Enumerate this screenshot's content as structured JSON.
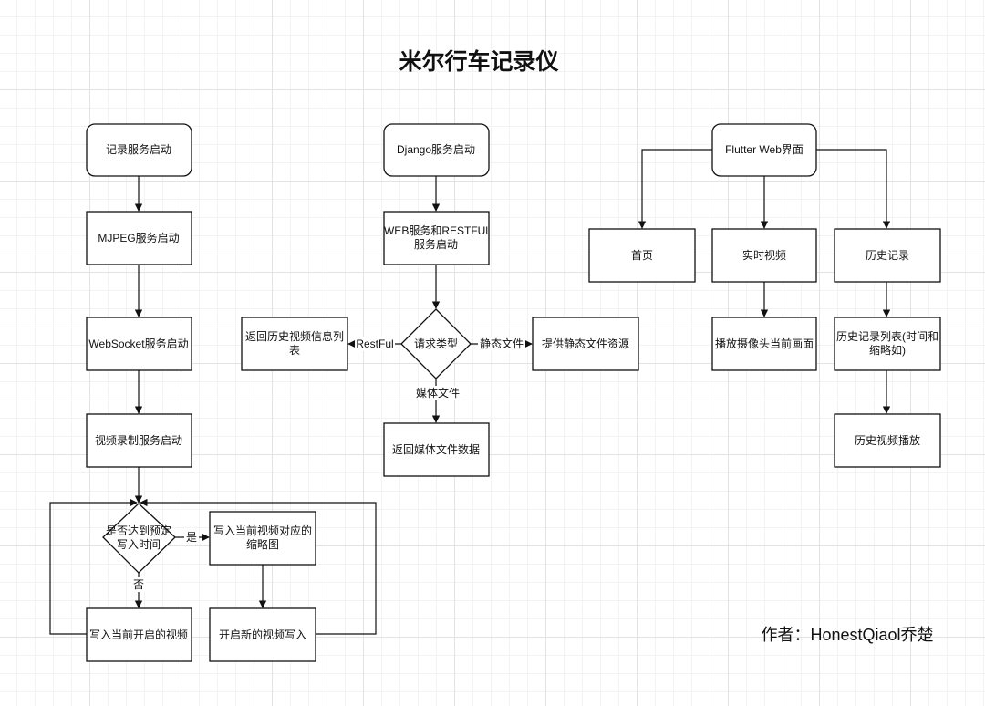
{
  "title": "米尔行车记录仪",
  "author": "作者：HonestQiaol乔楚",
  "nodes": {
    "record_start": "记录服务启动",
    "mjpeg_start": "MJPEG服务启动",
    "websocket_start": "WebSocket服务启动",
    "video_record_start": "视频录制服务启动",
    "reach_time": [
      "是否达到预定",
      "写入时间"
    ],
    "write_thumb": [
      "写入当前视频对应的",
      "缩略图"
    ],
    "write_video": "写入当前开启的视频",
    "new_video": "开启新的视频写入",
    "django_start": "Django服务启动",
    "web_restful": [
      "WEB服务和RESTFUl",
      "服务启动"
    ],
    "request_type": "请求类型",
    "return_list": [
      "返回历史视频信息列",
      "表"
    ],
    "static_res": "提供静态文件资源",
    "media_data": "返回媒体文件数据",
    "flutter_ui": "Flutter Web界面",
    "home": "首页",
    "live": "实时视频",
    "history": "历史记录",
    "play_camera": "播放摄像头当前画面",
    "history_list": [
      "历史记录列表(时间和",
      "缩略如)"
    ],
    "history_play": "历史视频播放"
  },
  "edge_labels": {
    "yes": "是",
    "no": "否",
    "restful": "RestFul",
    "static": "静态文件",
    "media": "媒体文件"
  }
}
